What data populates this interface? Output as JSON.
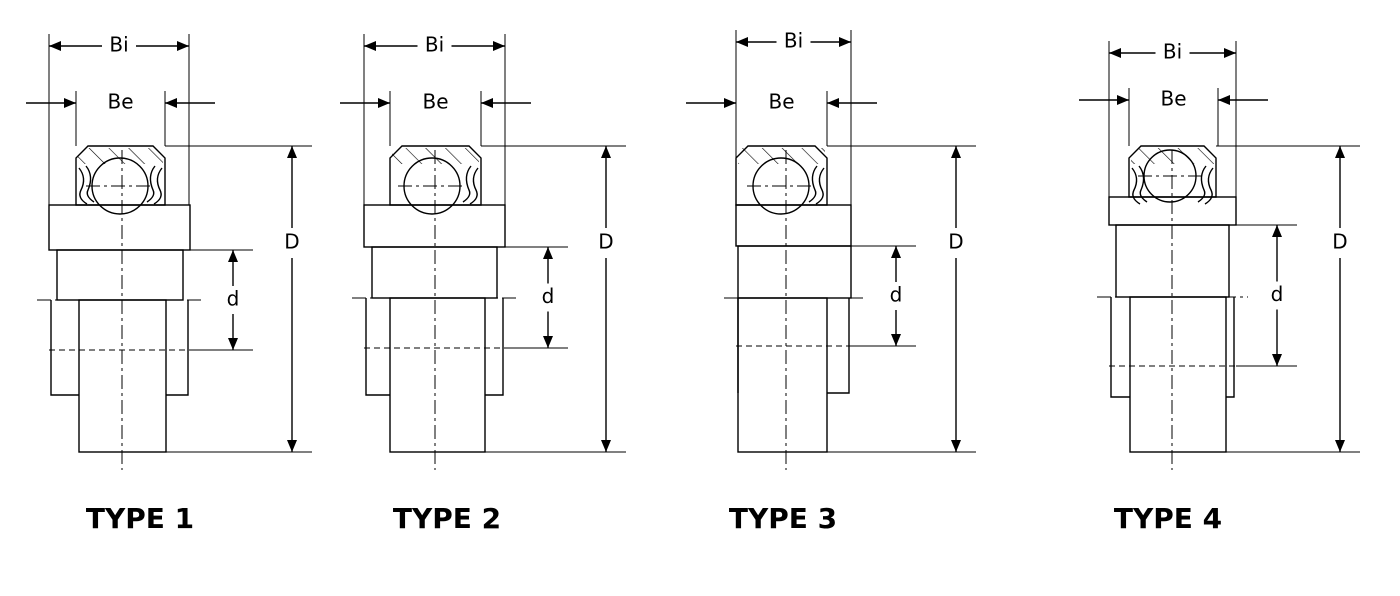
{
  "figures": [
    {
      "id": "type1",
      "type_label": "TYPE 1",
      "label_bi": "Bi",
      "label_be": "Be",
      "label_D": "D",
      "label_d": "d"
    },
    {
      "id": "type2",
      "type_label": "TYPE 2",
      "label_bi": "Bi",
      "label_be": "Be",
      "label_D": "D",
      "label_d": "d"
    },
    {
      "id": "type3",
      "type_label": "TYPE 3",
      "label_bi": "Bi",
      "label_be": "Be",
      "label_D": "D",
      "label_d": "d"
    },
    {
      "id": "type4",
      "type_label": "TYPE 4",
      "label_bi": "Bi",
      "label_be": "Be",
      "label_D": "D",
      "label_d": "d"
    }
  ],
  "line_color": "#000000",
  "background_color": "#ffffff"
}
